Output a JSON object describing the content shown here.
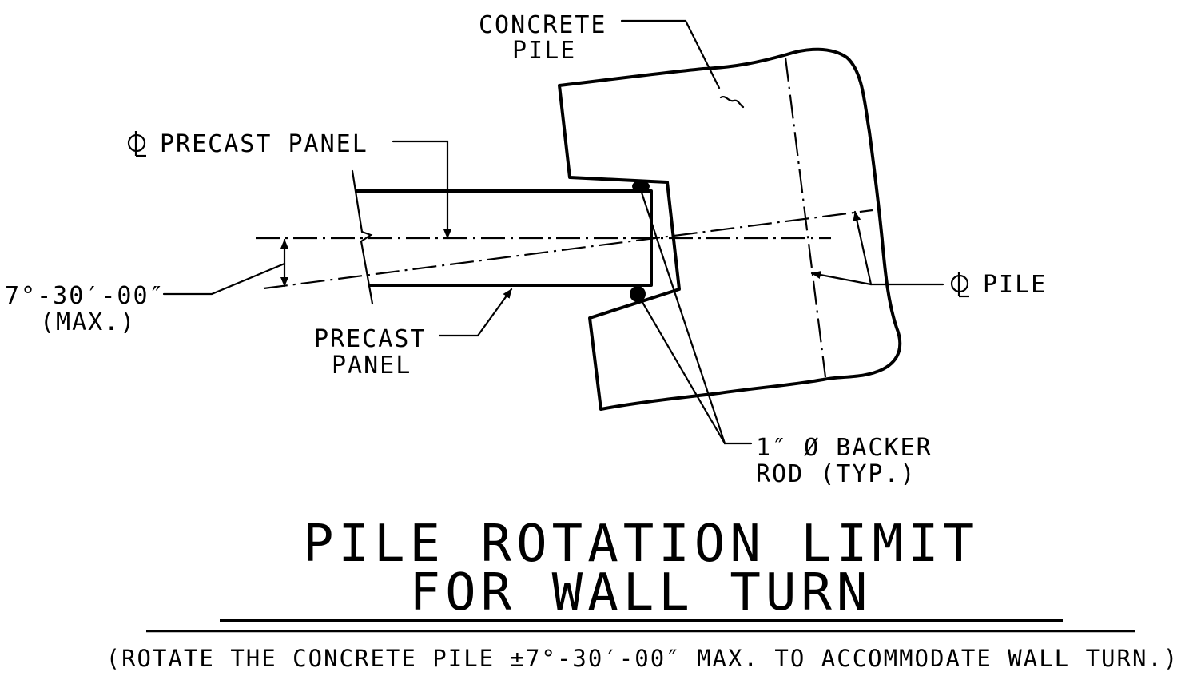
{
  "labels": {
    "concrete_pile_1": "CONCRETE",
    "concrete_pile_2": "PILE",
    "cl_precast_panel": "PRECAST PANEL",
    "angle_value": "7°-30′-00″",
    "angle_max": "(MAX.)",
    "precast_panel_1": "PRECAST",
    "precast_panel_2": "PANEL",
    "cl_pile": "PILE",
    "backer_rod_1": "1″ Ø BACKER",
    "backer_rod_2": "ROD (TYP.)"
  },
  "title": {
    "line1": "PILE ROTATION LIMIT",
    "line2": "FOR WALL TURN"
  },
  "note": "(ROTATE THE CONCRETE PILE ±7°-30′-00″ MAX. TO ACCOMMODATE WALL TURN.)",
  "symbols": {
    "centerline": "centerline-symbol-icon",
    "arrowhead": "arrowhead-icon"
  },
  "colors": {
    "ink": "#000000",
    "background": "#ffffff"
  }
}
